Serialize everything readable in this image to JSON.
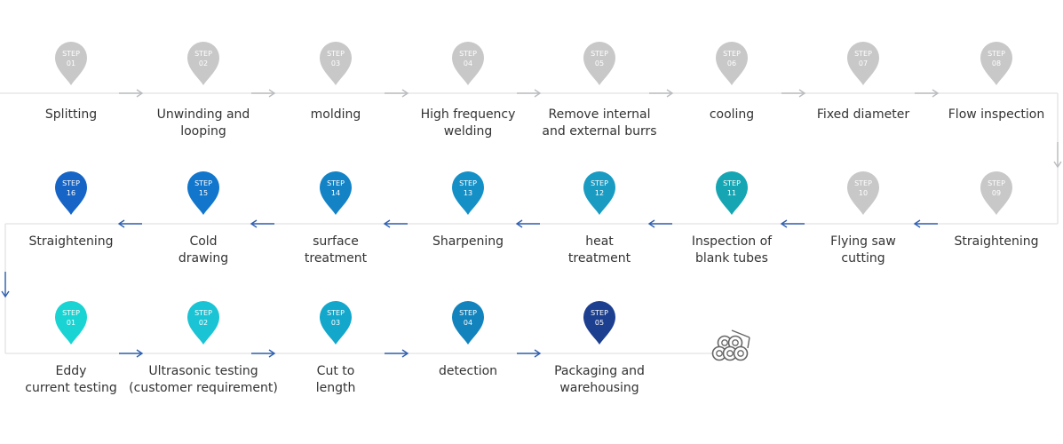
{
  "step_prefix": "STEP",
  "rows": [
    {
      "direction": "right",
      "line_color": "#e2e2e2",
      "arrow_color": "#b9bcc0",
      "steps": [
        {
          "num": "01",
          "label": [
            "Splitting"
          ],
          "color": "#c8c8c8"
        },
        {
          "num": "02",
          "label": [
            "Unwinding and",
            "looping"
          ],
          "color": "#c8c8c8"
        },
        {
          "num": "03",
          "label": [
            "molding"
          ],
          "color": "#c8c8c8"
        },
        {
          "num": "04",
          "label": [
            "High frequency",
            "welding"
          ],
          "color": "#c8c8c8"
        },
        {
          "num": "05",
          "label": [
            "Remove internal",
            "and external burrs"
          ],
          "color": "#c8c8c8"
        },
        {
          "num": "06",
          "label": [
            "cooling"
          ],
          "color": "#c8c8c8"
        },
        {
          "num": "07",
          "label": [
            "Fixed diameter"
          ],
          "color": "#c8c8c8"
        },
        {
          "num": "08",
          "label": [
            "Flow inspection"
          ],
          "color": "#c8c8c8"
        }
      ]
    },
    {
      "direction": "left",
      "line_color": "#e2e2e2",
      "arrow_color": "#2f5fae",
      "steps": [
        {
          "num": "09",
          "label": [
            "Straightening"
          ],
          "color": "#c8c8c8"
        },
        {
          "num": "10",
          "label": [
            "Flying saw",
            "cutting"
          ],
          "color": "#c8c8c8"
        },
        {
          "num": "11",
          "label": [
            "Inspection of",
            "blank tubes"
          ],
          "color": "#16a6b3"
        },
        {
          "num": "12",
          "label": [
            "heat",
            "treatment"
          ],
          "color": "#1a9bc2"
        },
        {
          "num": "13",
          "label": [
            "Sharpening"
          ],
          "color": "#1590c7"
        },
        {
          "num": "14",
          "label": [
            "surface",
            "treatment"
          ],
          "color": "#1383c6"
        },
        {
          "num": "15",
          "label": [
            "Cold",
            "drawing"
          ],
          "color": "#1176cc"
        },
        {
          "num": "16",
          "label": [
            "Straightening"
          ],
          "color": "#1665c6"
        }
      ]
    },
    {
      "direction": "right",
      "line_color": "#e2e2e2",
      "arrow_color": "#2f5fae",
      "steps": [
        {
          "num": "01",
          "label": [
            "Eddy",
            "current testing"
          ],
          "color": "#19d4d2"
        },
        {
          "num": "02",
          "label": [
            "Ultrasonic testing",
            "(customer requirement)"
          ],
          "color": "#1bc4d4"
        },
        {
          "num": "03",
          "label": [
            "Cut to",
            "length"
          ],
          "color": "#12a7cb"
        },
        {
          "num": "04",
          "label": [
            "detection"
          ],
          "color": "#1383bd"
        },
        {
          "num": "05",
          "label": [
            "Packaging and",
            "warehousing"
          ],
          "color": "#1d3f8f"
        }
      ]
    }
  ],
  "connector_colors": {
    "gray": "#b9bcc0",
    "blue": "#2f5fae"
  },
  "end_icon": "pipe-bundle-icon"
}
